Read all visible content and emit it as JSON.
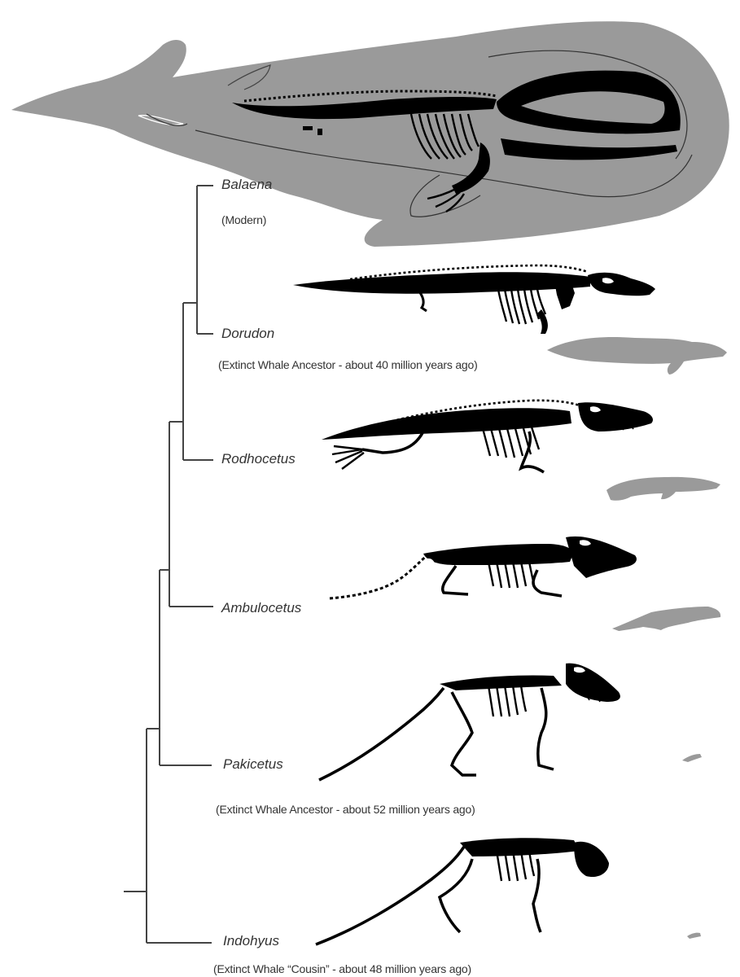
{
  "taxa": {
    "balaena": {
      "name": "Balaena",
      "note": "(Modern)"
    },
    "dorudon": {
      "name": "Dorudon",
      "note": "(Extinct Whale Ancestor - about 40 million years ago)"
    },
    "rodhocetus": {
      "name": "Rodhocetus"
    },
    "ambulocetus": {
      "name": "Ambulocetus"
    },
    "pakicetus": {
      "name": "Pakicetus",
      "note": "(Extinct Whale Ancestor - about 52 million years ago)"
    },
    "indohyus": {
      "name": "Indohyus",
      "note": "(Extinct Whale “Cousin” - about 48 million years ago)"
    }
  },
  "colors": {
    "skeleton": "#000000",
    "silhouette": "#9a9a9a",
    "tree_line": "#444444",
    "text": "#333333"
  },
  "icons": {
    "balaena": [
      "whale-body-silhouette",
      "balaena-skeleton"
    ],
    "dorudon": [
      "dorudon-skeleton",
      "dorudon-silhouette"
    ],
    "rodhocetus": [
      "rodhocetus-skeleton",
      "rodhocetus-silhouette"
    ],
    "ambulocetus": [
      "ambulocetus-skeleton",
      "ambulocetus-silhouette"
    ],
    "pakicetus": [
      "pakicetus-skeleton",
      "pakicetus-silhouette"
    ],
    "indohyus": [
      "indohyus-skeleton",
      "indohyus-silhouette"
    ]
  }
}
